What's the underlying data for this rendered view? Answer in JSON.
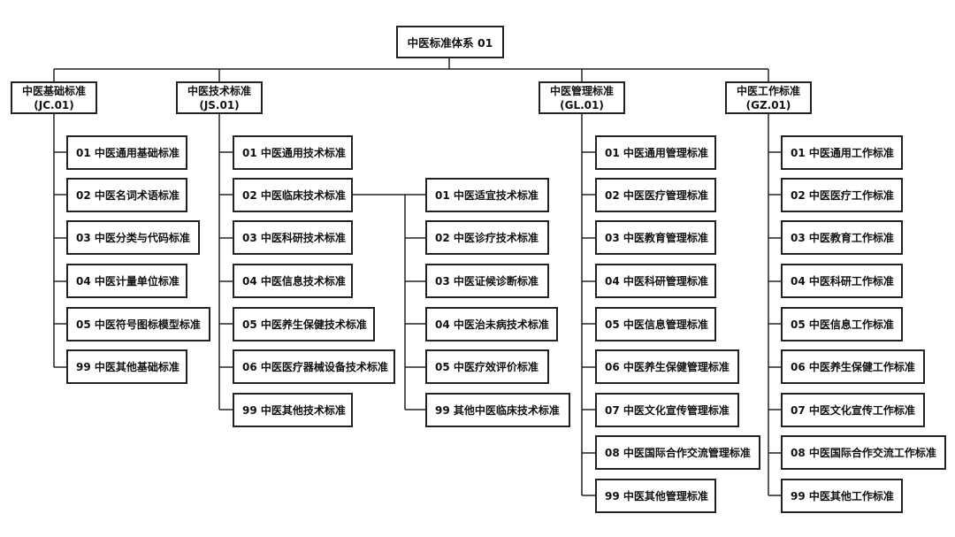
{
  "root": {
    "title": "中医标准体系 01"
  },
  "categories": [
    {
      "name": "中医基础标准",
      "code": "(JC.01)",
      "items": [
        "01 中医通用基础标准",
        "02 中医名词术语标准",
        "03 中医分类与代码标准",
        "04 中医计量单位标准",
        "05 中医符号图标模型标准",
        "99 中医其他基础标准"
      ]
    },
    {
      "name": "中医技术标准",
      "code": "(JS.01)",
      "items": [
        "01 中医通用技术标准",
        "02 中医临床技术标准",
        "03 中医科研技术标准",
        "04 中医信息技术标准",
        "05 中医养生保健技术标准",
        "06 中医医疗器械设备技术标准",
        "99 中医其他技术标准"
      ]
    },
    {
      "name": "中医管理标准",
      "code": "(GL.01)",
      "items": [
        "01 中医通用管理标准",
        "02 中医医疗管理标准",
        "03 中医教育管理标准",
        "04 中医科研管理标准",
        "05 中医信息管理标准",
        "06 中医养生保健管理标准",
        "07 中医文化宣传管理标准",
        "08 中医国际合作交流管理标准",
        "99 中医其他管理标准"
      ]
    },
    {
      "name": "中医工作标准",
      "code": "(GZ.01)",
      "items": [
        "01 中医通用工作标准",
        "02 中医医疗工作标准",
        "03 中医教育工作标准",
        "04 中医科研工作标准",
        "05 中医信息工作标准",
        "06 中医养生保健工作标准",
        "07 中医文化宣传工作标准",
        "08 中医国际合作交流工作标准",
        "99 中医其他工作标准"
      ]
    }
  ],
  "clinical_sub": [
    "01 中医适宜技术标准",
    "02 中医诊疗技术标准",
    "03 中医证候诊断标准",
    "04 中医治未病技术标准",
    "05 中医疗效评价标准",
    "99 其他中医临床技术标准"
  ]
}
